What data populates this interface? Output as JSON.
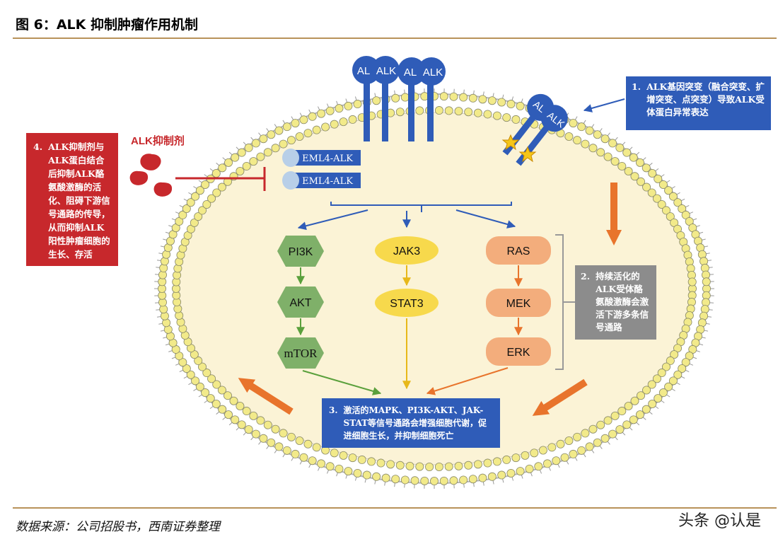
{
  "figure": {
    "title": "图 6：ALK 抑制肿瘤作用机制"
  },
  "receptors": {
    "al": "AL",
    "alk": "ALK"
  },
  "fusion": {
    "label_top": "EML4-ALK",
    "label_bottom": "EML4-ALK"
  },
  "inhibitor": {
    "label": "ALK抑制剂"
  },
  "pathways": {
    "pi3k": [
      "PI3K",
      "AKT",
      "mTOR"
    ],
    "jak": [
      "JAK3",
      "STAT3"
    ],
    "ras": [
      "RAS",
      "MEK",
      "ERK"
    ]
  },
  "callouts": {
    "one": {
      "num": "1.",
      "text": "ALK基因突变（融合突变、扩增突变、点突变）导致ALK受体蛋白异常表达"
    },
    "two": {
      "num": "2.",
      "text": "持续活化的ALK受体酪氨酸激酶会激活下游多条信号通路"
    },
    "three": {
      "num": "3.",
      "text": "激活的MAPK、PI3K-AKT、JAK-STAT等信号通路会增强细胞代谢，促进细胞生长，并抑制细胞死亡"
    },
    "four": {
      "num": "4.",
      "text": "ALK抑制剂与ALK蛋白结合后抑制ALK酪氨酸激酶的活化、阻碍下游信号通路的传导，从而抑制ALK阳性肿瘤细胞的生长、存活"
    }
  },
  "footer": {
    "source": "数据来源：公司招股书，西南证券整理",
    "watermark": "头条 @认是"
  },
  "colors": {
    "membrane_bead": "#f2ea8a",
    "cytoplasm": "#fbf3d6",
    "receptor": "#2f5cb8",
    "hexagon": "#7fb069",
    "oval_yellow": "#f7d94c",
    "rounded_orange": "#f3ad7c",
    "inhibitor_red": "#c7282c",
    "big_arrow": "#e8742c"
  }
}
